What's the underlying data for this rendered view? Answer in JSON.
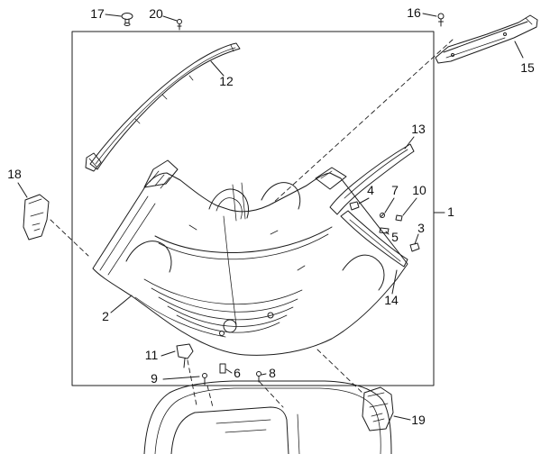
{
  "figure": {
    "callouts": {
      "c1": "1",
      "c2": "2",
      "c3": "3",
      "c4": "4",
      "c5": "5",
      "c6": "6",
      "c7": "7",
      "c8": "8",
      "c9": "9",
      "c10": "10",
      "c11": "11",
      "c12": "12",
      "c13": "13",
      "c14": "14",
      "c15": "15",
      "c16": "16",
      "c17": "17",
      "c18": "18",
      "c19": "19",
      "c20": "20"
    },
    "colors": {
      "line": "#1c1c1c",
      "label": "#111111",
      "background": "#ffffff"
    }
  }
}
